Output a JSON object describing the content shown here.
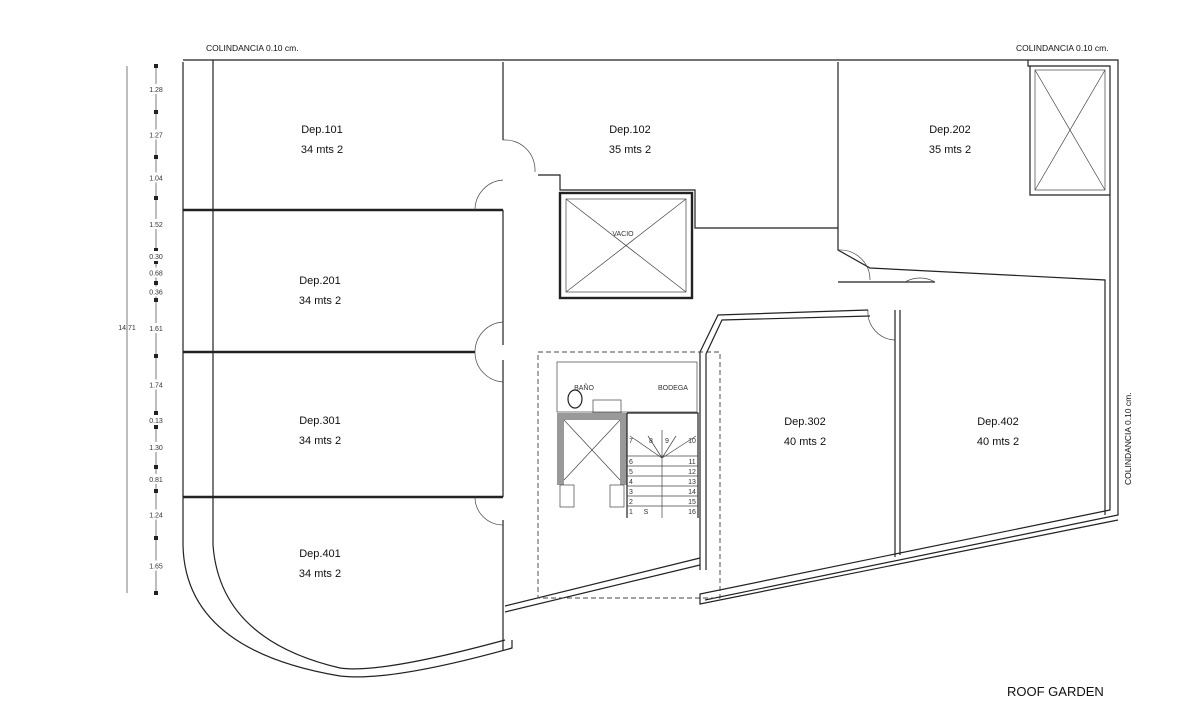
{
  "notes": {
    "colindancia_top_left": "COLINDANCIA 0.10 cm.",
    "colindancia_top_right": "COLINDANCIA 0.10 cm.",
    "colindancia_right": "COLINDANCIA 0.10 cm."
  },
  "title": "ROOF GARDEN",
  "total_dimension": "14.71",
  "dimensions": [
    "1.28",
    "1.27",
    "1.04",
    "1.52",
    "0.30",
    "0.68",
    "0.36",
    "1.61",
    "1.74",
    "0.13",
    "1.30",
    "0.81",
    "1.24",
    "1.65"
  ],
  "units": [
    {
      "name": "Dep.101",
      "area": "34 mts 2"
    },
    {
      "name": "Dep.102",
      "area": "35 mts 2"
    },
    {
      "name": "Dep.202",
      "area": "35 mts 2"
    },
    {
      "name": "Dep.201",
      "area": "34 mts 2"
    },
    {
      "name": "Dep.301",
      "area": "34 mts 2"
    },
    {
      "name": "Dep.401",
      "area": "34 mts 2"
    },
    {
      "name": "Dep.302",
      "area": "40 mts 2"
    },
    {
      "name": "Dep.402",
      "area": "40 mts 2"
    }
  ],
  "core": {
    "vacio": "VACIO",
    "bano": "BAÑO",
    "bodega": "BODEGA",
    "stair_steps": [
      "1",
      "2",
      "3",
      "4",
      "5",
      "6",
      "7",
      "8",
      "9",
      "10",
      "11",
      "12",
      "13",
      "14",
      "15",
      "16"
    ],
    "stair_start": "S"
  }
}
